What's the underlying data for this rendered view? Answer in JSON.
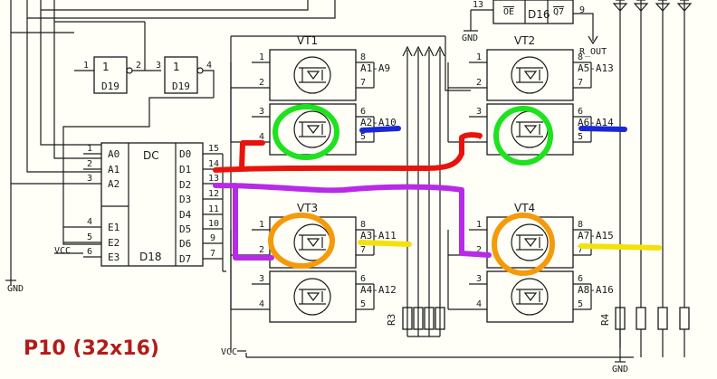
{
  "title": "P10 (32x16)",
  "decoder": {
    "name": "DC",
    "designator": "D18",
    "inputs": [
      {
        "pin": "1",
        "label": "A0"
      },
      {
        "pin": "2",
        "label": "A1"
      },
      {
        "pin": "3",
        "label": "A2"
      },
      {
        "pin": "4",
        "label": "E1"
      },
      {
        "pin": "5",
        "label": "E2"
      },
      {
        "pin": "6",
        "label": "E3"
      }
    ],
    "outputs": [
      {
        "pin": "15",
        "label": "D0"
      },
      {
        "pin": "14",
        "label": "D1"
      },
      {
        "pin": "13",
        "label": "D2"
      },
      {
        "pin": "12",
        "label": "D3"
      },
      {
        "pin": "11",
        "label": "D4"
      },
      {
        "pin": "10",
        "label": "D5"
      },
      {
        "pin": "9",
        "label": "D6"
      },
      {
        "pin": "7",
        "label": "D7"
      }
    ]
  },
  "inverters": [
    {
      "designator": "D19",
      "symbol": "1",
      "pin_in": "1",
      "pin_out": "2"
    },
    {
      "designator": "D19",
      "symbol": "1",
      "pin_in": "3",
      "pin_out": "4"
    }
  ],
  "register": {
    "designator": "D16",
    "pin_oe": "13",
    "oe_label": "OE",
    "q7_label": "Q7",
    "pin_q7": "9"
  },
  "r_out": "R_OUT",
  "transistors": [
    {
      "name": "VT1",
      "top_pins": [
        "1",
        "2",
        "8",
        "7"
      ],
      "bottom_pins": [
        "3",
        "4",
        "6",
        "5"
      ],
      "top_net": "A1-A9",
      "bottom_net": "A2-A10"
    },
    {
      "name": "VT2",
      "top_pins": [
        "1",
        "2",
        "8",
        "7"
      ],
      "bottom_pins": [
        "3",
        "4",
        "6",
        "5"
      ],
      "top_net": "A5-A13",
      "bottom_net": "A6-A14"
    },
    {
      "name": "VT3",
      "top_pins": [
        "1",
        "2",
        "8",
        "7"
      ],
      "bottom_pins": [
        "3",
        "4",
        "6",
        "5"
      ],
      "top_net": "A3-A11",
      "bottom_net": "A4-A12"
    },
    {
      "name": "VT4",
      "top_pins": [
        "1",
        "2",
        "8",
        "7"
      ],
      "bottom_pins": [
        "3",
        "4",
        "6",
        "5"
      ],
      "top_net": "A7-A15",
      "bottom_net": "A8-A16"
    }
  ],
  "resistors": [
    "R3",
    "R4"
  ],
  "power": {
    "vcc": "VCC",
    "gnd": "GND"
  },
  "highlight_colors": {
    "red": "#e8140c",
    "green": "#1ee21e",
    "blue": "#1a28d8",
    "purple": "#b72ae6",
    "orange": "#f59a0b",
    "yellow": "#f2e20a"
  }
}
